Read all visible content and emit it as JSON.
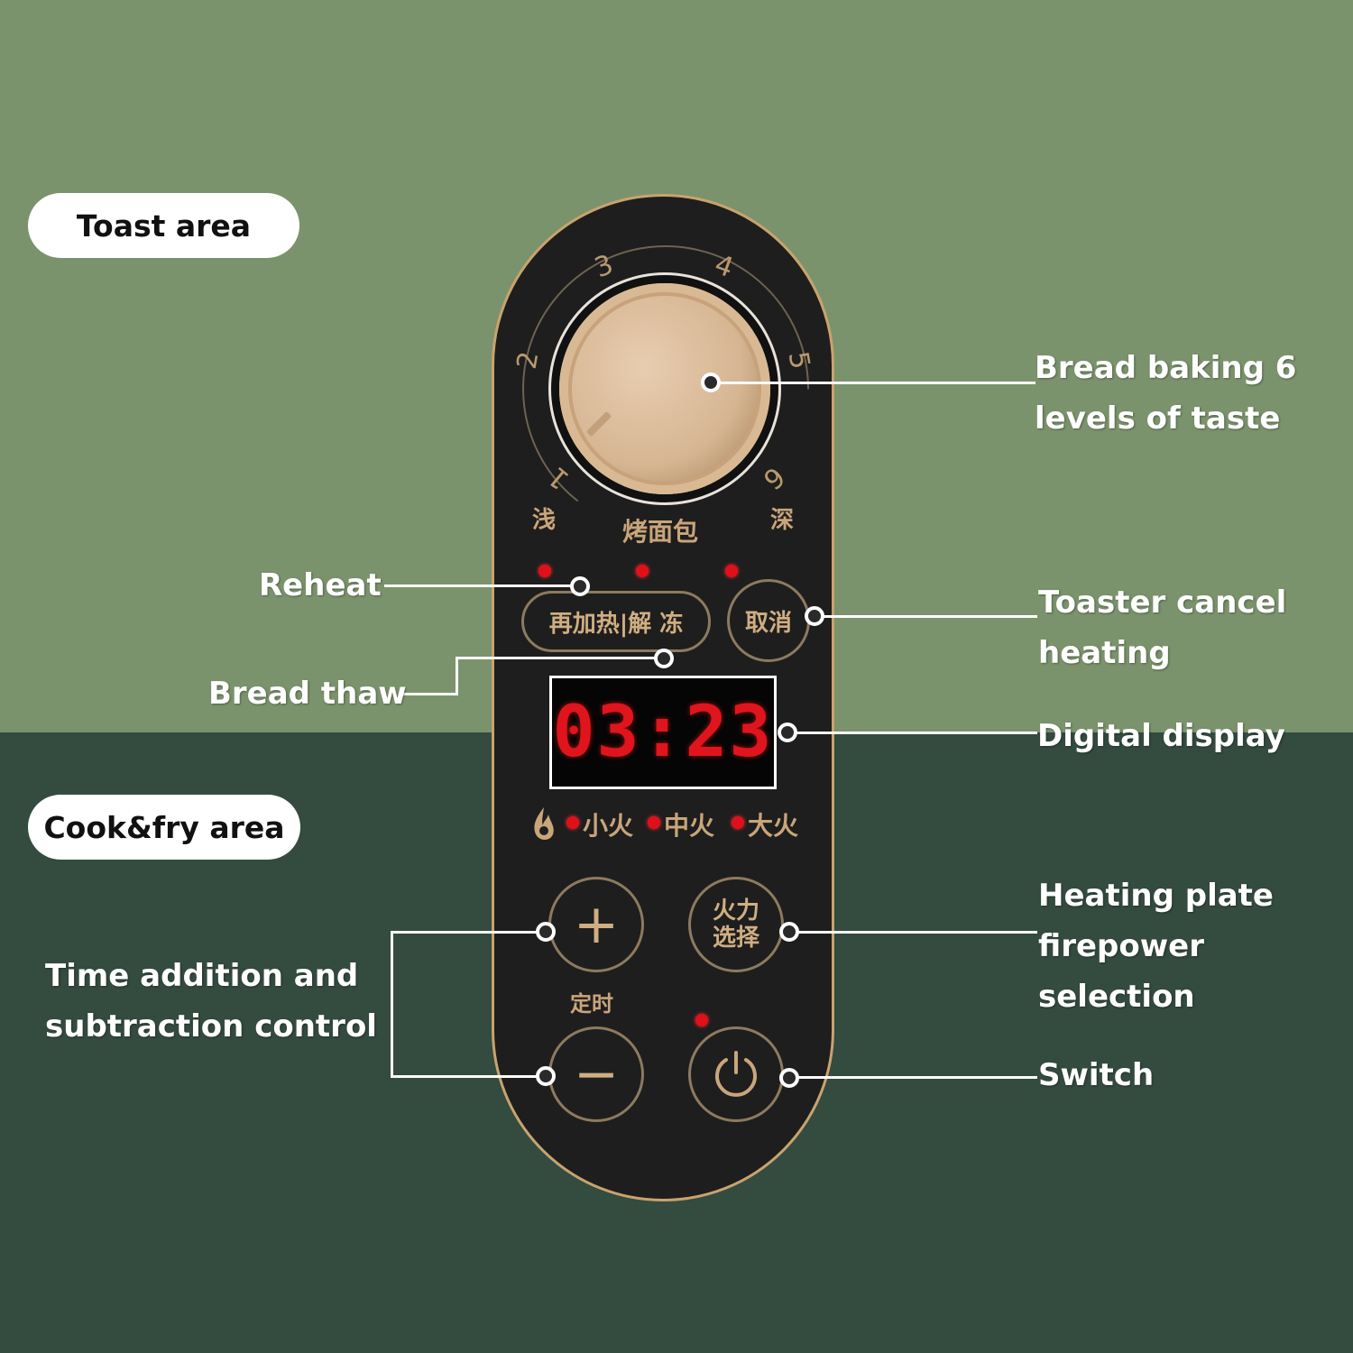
{
  "sections": {
    "toast_area": "Toast area",
    "cookfry_area": "Cook&fry area"
  },
  "callouts": {
    "bread_baking": [
      "Bread baking 6",
      "levels of taste"
    ],
    "reheat": "Reheat",
    "bread_thaw": "Bread thaw",
    "toaster_cancel": [
      "Toaster cancel",
      "heating"
    ],
    "digital_display": "Digital display",
    "time_control": [
      "Time addition and",
      "subtraction control"
    ],
    "heating_plate": [
      "Heating plate",
      "firepower",
      "selection"
    ],
    "switch": "Switch"
  },
  "panel": {
    "dial_levels": [
      "1",
      "2",
      "3",
      "4",
      "5",
      "6"
    ],
    "dial_light": "浅",
    "dial_dark": "深",
    "dial_title": "烤面包",
    "reheat_thaw_button": "再加热|解 冻",
    "cancel_button": "取消",
    "display_time": "03:23",
    "fire_levels": [
      "小火",
      "中火",
      "大火"
    ],
    "plus_symbol": "+",
    "minus_symbol": "−",
    "timer_label": "定时",
    "fire_select_line1": "火力",
    "fire_select_line2": "选择",
    "power_icon": "power-icon"
  },
  "colors": {
    "bg_top": "#7b936c",
    "bg_bottom": "#344b40",
    "panel": "#1e1e1e",
    "gold": "#c9a36e",
    "led_red": "#e0101b"
  }
}
